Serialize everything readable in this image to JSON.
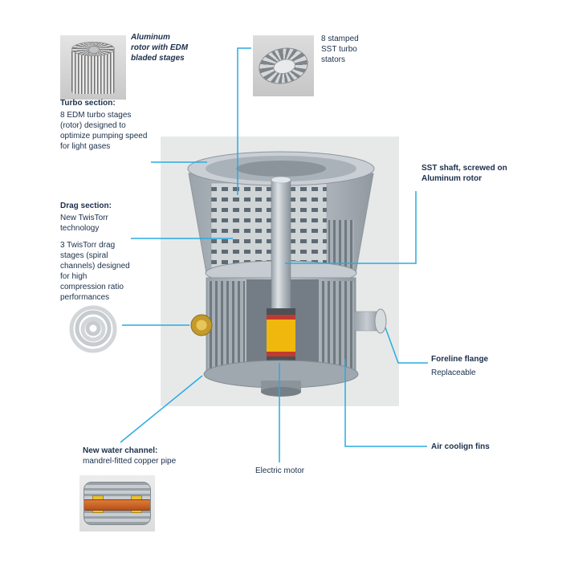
{
  "colors": {
    "accent": "#29abe2",
    "text": "#1b2f4b",
    "panel_bg": "#e7e9e9",
    "motor_yellow": "#f0b80d",
    "port_gold": "#c39a2b"
  },
  "callouts": {
    "rotor": {
      "caption": "Aluminum rotor with EDM bladed stages"
    },
    "turbo_section": {
      "title": "Turbo section:",
      "body": "8 EDM turbo stages (rotor) designed to optimize pumping speed for light gases"
    },
    "stators": {
      "caption": "8 stamped SST turbo stators"
    },
    "drag_section": {
      "title": "Drag section:",
      "subtitle": "New TwisTorr technology",
      "body": "3 TwisTorr drag stages (spiral channels) designed for high compression ratio performances"
    },
    "sst_shaft": {
      "label": "SST shaft, screwed on Aluminum rotor"
    },
    "foreline_flange": {
      "title": "Foreline flange",
      "body": "Replaceable"
    },
    "air_cooling_fins": {
      "label": "Air coolign fins"
    },
    "electric_motor": {
      "label": "Electric motor"
    },
    "water_channel": {
      "title": "New water channel:",
      "body": "mandrel-fitted copper pipe"
    }
  },
  "images": {
    "rotor_photo": "aluminum-rotor-photo",
    "stator_photo": "sst-stator-photo",
    "spiral_photo": "twistorr-drag-spiral-photo",
    "water_channel_photo": "water-channel-copper-pipe-photo"
  }
}
